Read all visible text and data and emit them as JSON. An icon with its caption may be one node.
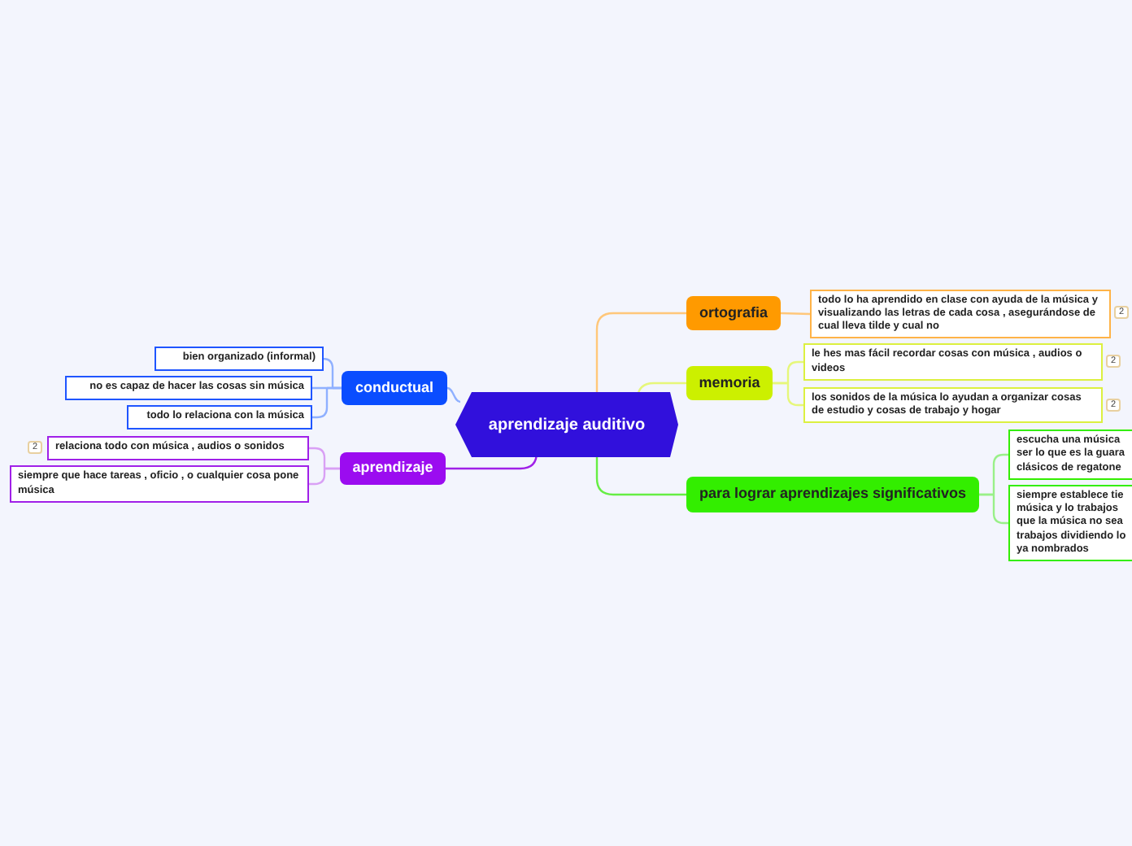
{
  "diagram": {
    "nodes": [
      {
        "text": [
          "aprendizaje auditivo"
        ]
      },
      {
        "text": [
          "ortografia"
        ]
      },
      {
        "text": [
          "todo lo ha aprendido en clase con ayuda de la música y visualizando las letras de cada cosa , asegurándose de cual lleva tilde y cual no"
        ],
        "beside": [
          "2"
        ]
      },
      {
        "text": [
          "memoria"
        ]
      },
      {
        "text": [
          "le hes mas fácil recordar cosas con música , audios o videos"
        ],
        "beside": [
          "2"
        ]
      },
      {
        "text": [
          "los sonidos de la música lo ayudan a organizar cosas de estudio y cosas de trabajo y hogar"
        ],
        "beside": [
          "2"
        ]
      },
      {
        "text": [
          "para lograr aprendizajes significativos"
        ]
      },
      {
        "text": [
          "escucha una música ser lo que es la guara clásicos de regatone"
        ]
      },
      {
        "text": [
          "siempre establece tie música y lo trabajos que la música no sea trabajos dividiendo lo ya nombrados"
        ]
      },
      {
        "text": [
          "conductual"
        ]
      },
      {
        "text": [
          "bien organizado (informal)"
        ]
      },
      {
        "text": [
          "no es capaz de hacer las cosas sin música"
        ]
      },
      {
        "text": [
          "todo lo relaciona con la música"
        ]
      },
      {
        "text": [
          "aprendizaje"
        ]
      },
      {
        "text": [
          "relaciona todo con música , audios o sonidos"
        ],
        "beside": [
          "2"
        ]
      },
      {
        "text": [
          "siempre que hace tareas , oficio , o cualquier cosa pone música"
        ]
      }
    ],
    "edges": [
      {
        "from": 0,
        "to": 1,
        "arrow": "none",
        "color": "#ffc77a"
      },
      {
        "from": 1,
        "to": 2,
        "arrow": "none",
        "color": "#ffc77a"
      },
      {
        "from": 0,
        "to": 3,
        "arrow": "none",
        "color": "#e6f77a"
      },
      {
        "from": 3,
        "to": 4,
        "arrow": "none",
        "color": "#e6f77a"
      },
      {
        "from": 3,
        "to": 5,
        "arrow": "none",
        "color": "#e6f77a"
      },
      {
        "from": 0,
        "to": 6,
        "arrow": "none",
        "color": "#66ee44"
      },
      {
        "from": 6,
        "to": 7,
        "arrow": "none",
        "color": "#99f088"
      },
      {
        "from": 6,
        "to": 8,
        "arrow": "none",
        "color": "#99f088"
      },
      {
        "from": 0,
        "to": 9,
        "arrow": "none",
        "color": "#8fb0ff"
      },
      {
        "from": 9,
        "to": 10,
        "arrow": "none",
        "color": "#8fb0ff"
      },
      {
        "from": 9,
        "to": 11,
        "arrow": "none",
        "color": "#8fb0ff"
      },
      {
        "from": 9,
        "to": 12,
        "arrow": "none",
        "color": "#8fb0ff"
      },
      {
        "from": 0,
        "to": 13,
        "arrow": "none",
        "color": "#a020e8"
      },
      {
        "from": 13,
        "to": 14,
        "arrow": "none",
        "color": "#d9a0f5"
      },
      {
        "from": 13,
        "to": 15,
        "arrow": "none",
        "color": "#d9a0f5"
      }
    ]
  }
}
